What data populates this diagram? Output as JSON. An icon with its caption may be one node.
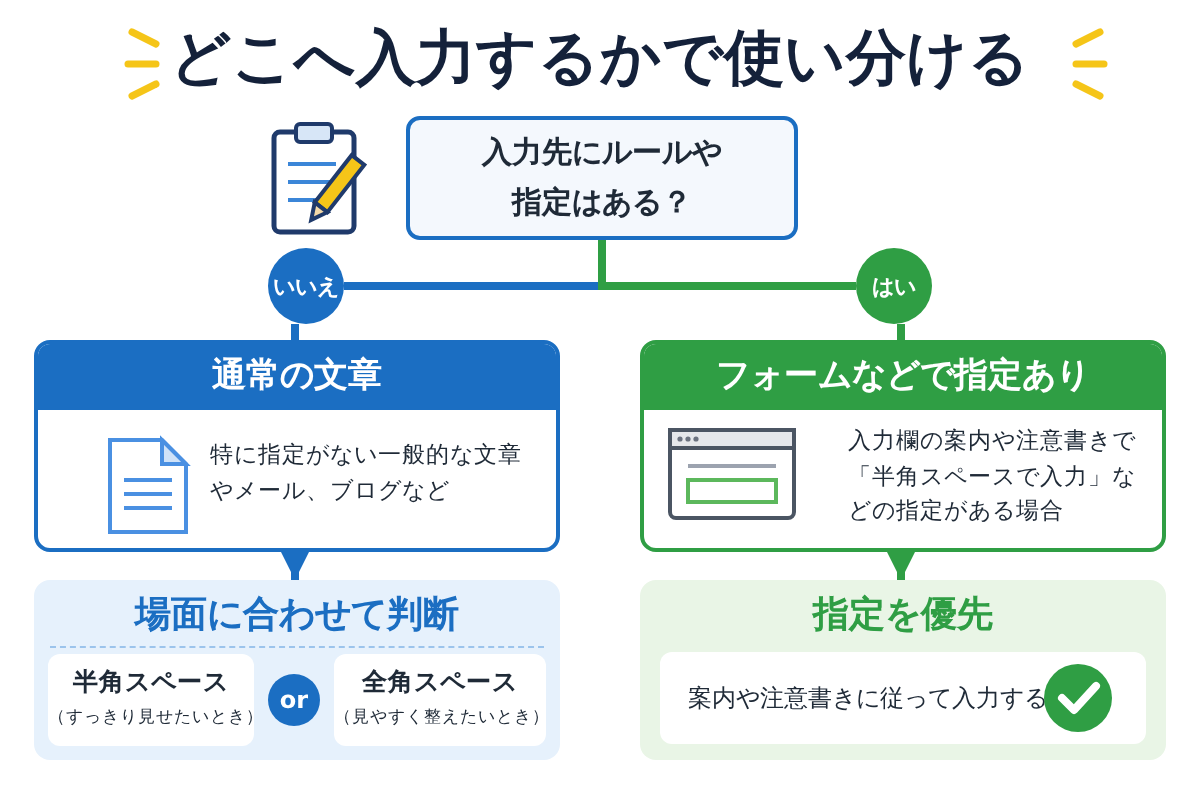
{
  "diagram": {
    "title": "どこへ入力するかで使い分ける",
    "nodes": [
      {
        "text": [
          "入力先にルールや指定はある？"
        ]
      },
      {
        "text": [
          "いいえ"
        ]
      },
      {
        "text": [
          "はい"
        ]
      },
      {
        "text": [
          "通常の文章",
          "特に指定がない一般的な文章やメール、ブログなど"
        ]
      },
      {
        "text": [
          "フォームなどで指定あり",
          "入力欄の案内や注意書きで「半角スペースで入力」などの指定がある場合"
        ]
      },
      {
        "text": [
          "場面に合わせて判断"
        ]
      },
      {
        "text": [
          "半角スペース",
          "（すっきり見せたいとき）"
        ],
        "in": 5
      },
      {
        "text": [
          "or"
        ],
        "in": 5
      },
      {
        "text": [
          "全角スペース",
          "（見やすく整えたいとき）"
        ],
        "in": 5
      },
      {
        "text": [
          "指定を優先"
        ]
      },
      {
        "text": [
          "案内や注意書きに従って入力する"
        ],
        "in": 9
      }
    ],
    "edges": [
      {
        "from": 0,
        "to": 1,
        "arrow": "none",
        "color": "#1b6ec2"
      },
      {
        "from": 0,
        "to": 2,
        "arrow": "none",
        "color": "#2f9e44"
      },
      {
        "from": 1,
        "to": 3,
        "arrow": "none",
        "color": "#1b6ec2"
      },
      {
        "from": 2,
        "to": 4,
        "arrow": "none",
        "color": "#2f9e44"
      },
      {
        "from": 3,
        "to": 5,
        "arrow": "to",
        "color": "#1b6ec2"
      },
      {
        "from": 4,
        "to": 9,
        "arrow": "to",
        "color": "#2f9e44"
      }
    ]
  }
}
